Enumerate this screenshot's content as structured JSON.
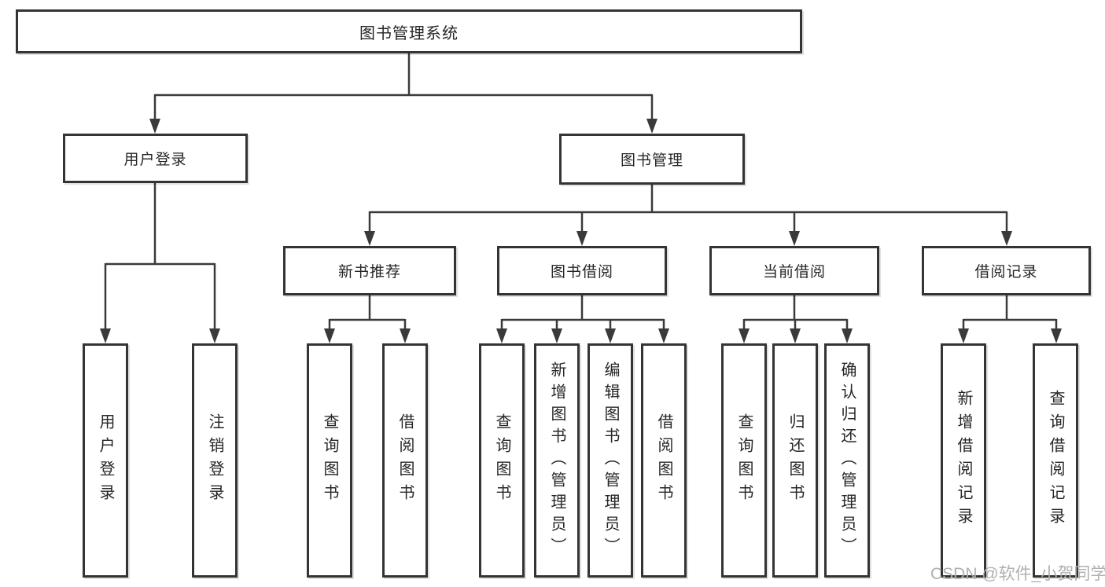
{
  "diagram": {
    "root_label": "图书管理系统",
    "level2": [
      {
        "label": "用户登录"
      },
      {
        "label": "图书管理"
      }
    ],
    "level3": [
      {
        "label": "新书推荐"
      },
      {
        "label": "图书借阅"
      },
      {
        "label": "当前借阅"
      },
      {
        "label": "借阅记录"
      }
    ],
    "leaves": [
      {
        "label": "用户登录"
      },
      {
        "label": "注销登录"
      },
      {
        "label": "查询图书"
      },
      {
        "label": "借阅图书"
      },
      {
        "label": "查询图书"
      },
      {
        "label": "新增图书（管理员）"
      },
      {
        "label": "编辑图书（管理员）"
      },
      {
        "label": "借阅图书"
      },
      {
        "label": "查询图书"
      },
      {
        "label": "归还图书"
      },
      {
        "label": "确认归还（管理员）"
      },
      {
        "label": "新增借阅记录"
      },
      {
        "label": "查询借阅记录"
      }
    ]
  },
  "watermark": "CSDN @软件_小贺同学",
  "colors": {
    "line": "#3a3a3a",
    "box_border": "#343434",
    "box_fill": "#ffffff",
    "text": "#262626",
    "watermark": "#b0b0b0"
  }
}
